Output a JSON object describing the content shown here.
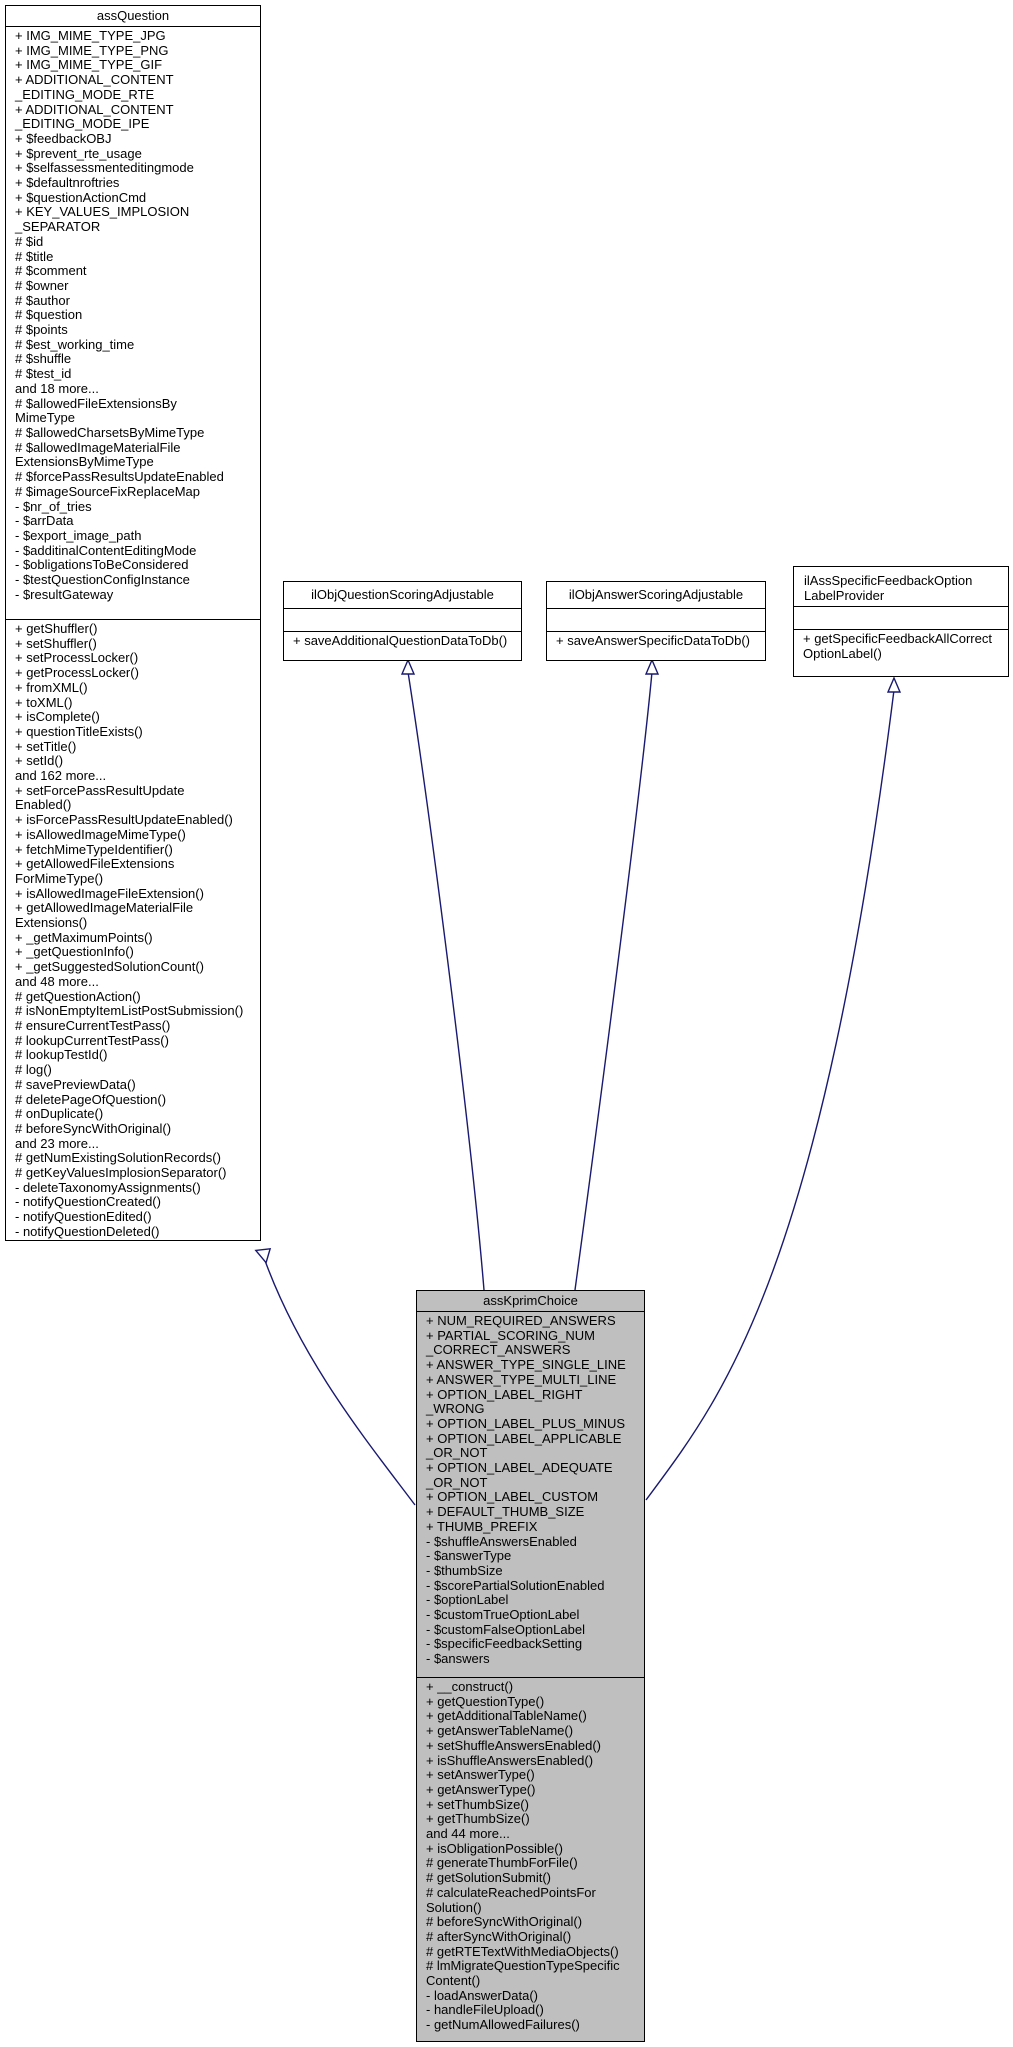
{
  "classes": {
    "assQuestion": {
      "name": "assQuestion",
      "attributes": [
        "+ IMG_MIME_TYPE_JPG",
        "+ IMG_MIME_TYPE_PNG",
        "+ IMG_MIME_TYPE_GIF",
        "+ ADDITIONAL_CONTENT",
        "_EDITING_MODE_RTE",
        "+ ADDITIONAL_CONTENT",
        "_EDITING_MODE_IPE",
        "+ $feedbackOBJ",
        "+ $prevent_rte_usage",
        "+ $selfassessmenteditingmode",
        "+ $defaultnroftries",
        "+ $questionActionCmd",
        "+ KEY_VALUES_IMPLOSION",
        "_SEPARATOR",
        "# $id",
        "# $title",
        "# $comment",
        "# $owner",
        "# $author",
        "# $question",
        "# $points",
        "# $est_working_time",
        "# $shuffle",
        "# $test_id",
        "and 18 more...",
        "# $allowedFileExtensionsBy",
        "MimeType",
        "# $allowedCharsetsByMimeType",
        "# $allowedImageMaterialFile",
        "ExtensionsByMimeType",
        "# $forcePassResultsUpdateEnabled",
        "# $imageSourceFixReplaceMap",
        "- $nr_of_tries",
        "- $arrData",
        "- $export_image_path",
        "- $additinalContentEditingMode",
        "- $obligationsToBeConsidered",
        "- $testQuestionConfigInstance",
        "- $resultGateway"
      ],
      "methods": [
        "+ getShuffler()",
        "+ setShuffler()",
        "+ setProcessLocker()",
        "+ getProcessLocker()",
        "+ fromXML()",
        "+ toXML()",
        "+ isComplete()",
        "+ questionTitleExists()",
        "+ setTitle()",
        "+ setId()",
        "and 162 more...",
        "+ setForcePassResultUpdate",
        "Enabled()",
        "+ isForcePassResultUpdateEnabled()",
        "+ isAllowedImageMimeType()",
        "+ fetchMimeTypeIdentifier()",
        "+ getAllowedFileExtensions",
        "ForMimeType()",
        "+ isAllowedImageFileExtension()",
        "+ getAllowedImageMaterialFile",
        "Extensions()",
        "+ _getMaximumPoints()",
        "+ _getQuestionInfo()",
        "+ _getSuggestedSolutionCount()",
        "and 48 more...",
        "# getQuestionAction()",
        "# isNonEmptyItemListPostSubmission()",
        "# ensureCurrentTestPass()",
        "# lookupCurrentTestPass()",
        "# lookupTestId()",
        "# log()",
        "# savePreviewData()",
        "# deletePageOfQuestion()",
        "# onDuplicate()",
        "# beforeSyncWithOriginal()",
        "and 23 more...",
        "# getNumExistingSolutionRecords()",
        "# getKeyValuesImplosionSeparator()",
        "- deleteTaxonomyAssignments()",
        "- notifyQuestionCreated()",
        "- notifyQuestionEdited()",
        "- notifyQuestionDeleted()"
      ]
    },
    "ilObjQuestionScoringAdjustable": {
      "name": "ilObjQuestionScoringAdjustable",
      "attributes": [],
      "methods": [
        "+ saveAdditionalQuestionDataToDb()"
      ]
    },
    "ilObjAnswerScoringAdjustable": {
      "name": "ilObjAnswerScoringAdjustable",
      "attributes": [],
      "methods": [
        "+ saveAnswerSpecificDataToDb()"
      ]
    },
    "ilAssSpecificFeedbackOptionLabelProvider": {
      "name_lines": [
        "ilAssSpecificFeedbackOption",
        "LabelProvider"
      ],
      "attributes": [],
      "methods": [
        "+ getSpecificFeedbackAllCorrect",
        "OptionLabel()"
      ]
    },
    "assKprimChoice": {
      "name": "assKprimChoice",
      "attributes": [
        "+ NUM_REQUIRED_ANSWERS",
        "+ PARTIAL_SCORING_NUM",
        "_CORRECT_ANSWERS",
        "+ ANSWER_TYPE_SINGLE_LINE",
        "+ ANSWER_TYPE_MULTI_LINE",
        "+ OPTION_LABEL_RIGHT",
        "_WRONG",
        "+ OPTION_LABEL_PLUS_MINUS",
        "+ OPTION_LABEL_APPLICABLE",
        "_OR_NOT",
        "+ OPTION_LABEL_ADEQUATE",
        "_OR_NOT",
        "+ OPTION_LABEL_CUSTOM",
        "+ DEFAULT_THUMB_SIZE",
        "+ THUMB_PREFIX",
        "- $shuffleAnswersEnabled",
        "- $answerType",
        "- $thumbSize",
        "- $scorePartialSolutionEnabled",
        "- $optionLabel",
        "- $customTrueOptionLabel",
        "- $customFalseOptionLabel",
        "- $specificFeedbackSetting",
        "- $answers"
      ],
      "methods": [
        "+ __construct()",
        "+ getQuestionType()",
        "+ getAdditionalTableName()",
        "+ getAnswerTableName()",
        "+ setShuffleAnswersEnabled()",
        "+ isShuffleAnswersEnabled()",
        "+ setAnswerType()",
        "+ getAnswerType()",
        "+ setThumbSize()",
        "+ getThumbSize()",
        "and 44 more...",
        "+ isObligationPossible()",
        "# generateThumbForFile()",
        "# getSolutionSubmit()",
        "# calculateReachedPointsFor",
        "Solution()",
        "# beforeSyncWithOriginal()",
        "# afterSyncWithOriginal()",
        "# getRTETextWithMediaObjects()",
        "# lmMigrateQuestionTypeSpecific",
        "Content()",
        "- loadAnswerData()",
        "- handleFileUpload()",
        "- getNumAllowedFailures()"
      ]
    }
  },
  "colors": {
    "edge": "#191970",
    "highlight_fill": "#bfbfbf",
    "border": "#000000"
  }
}
